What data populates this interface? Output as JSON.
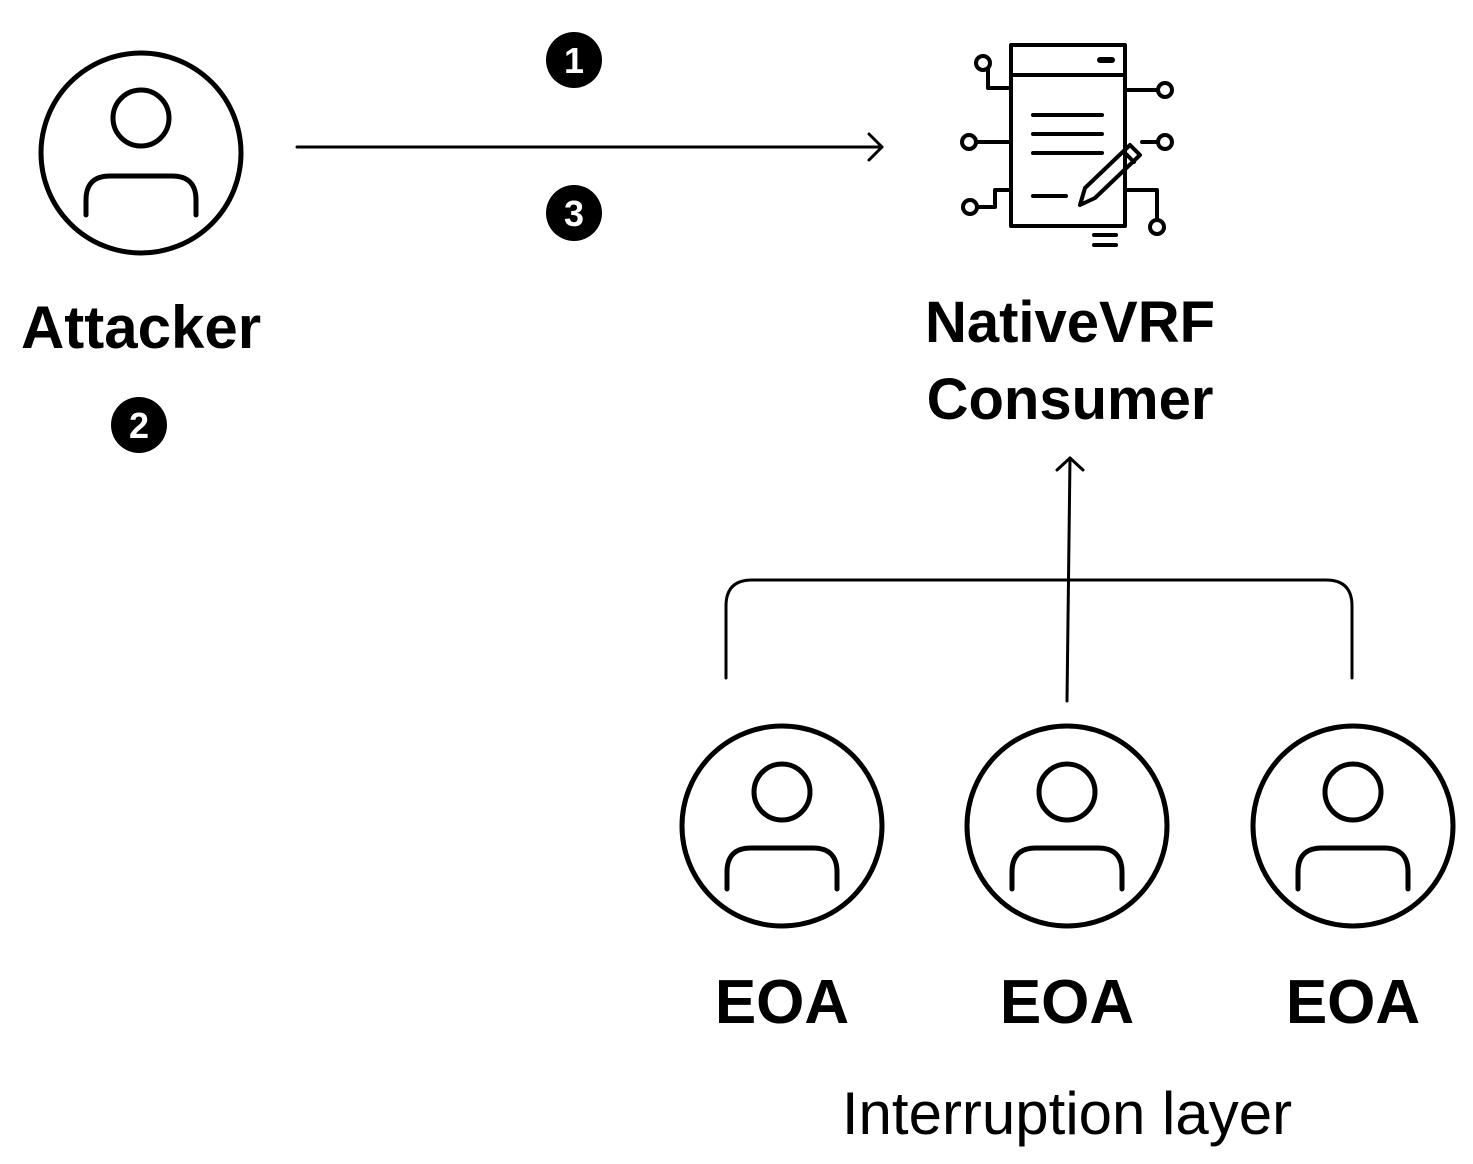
{
  "colors": {
    "stroke": "#000000",
    "background": "#ffffff",
    "badge_fill": "#000000",
    "badge_text": "#ffffff"
  },
  "icons": {
    "attacker": "user-circle-icon",
    "consumer": "smart-contract-document-icon",
    "eoa": "user-circle-icon"
  },
  "attacker": {
    "label": "Attacker"
  },
  "consumer": {
    "label_line1": "NativeVRF",
    "label_line2": "Consumer"
  },
  "steps": {
    "step1": "1",
    "step2": "2",
    "step3": "3"
  },
  "eoas": [
    {
      "label": "EOA"
    },
    {
      "label": "EOA"
    },
    {
      "label": "EOA"
    }
  ],
  "layer": {
    "label": "Interruption layer"
  }
}
